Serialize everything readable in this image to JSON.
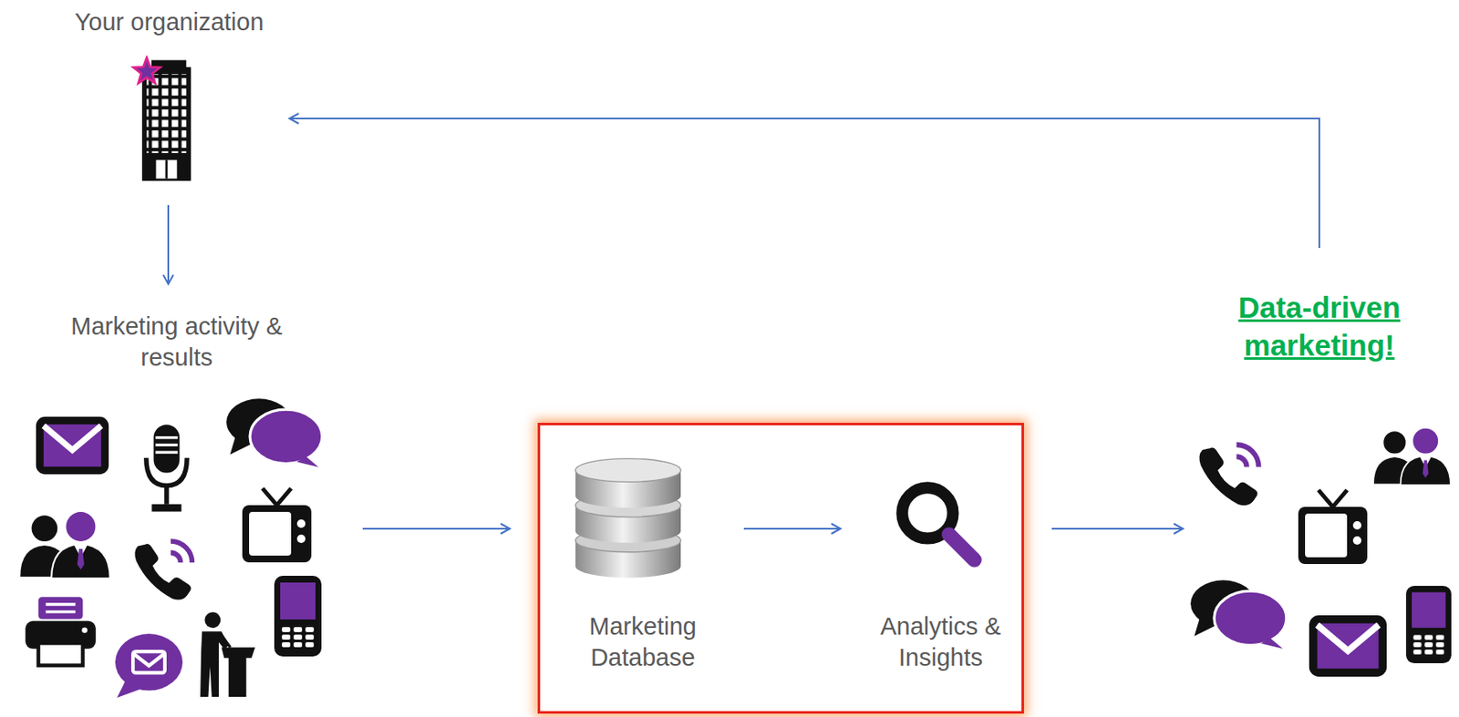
{
  "diagram": {
    "nodes": [
      {
        "text": [
          "Your organization"
        ]
      },
      {
        "text": [
          "Marketing activity & results"
        ]
      },
      {
        "text": []
      },
      {
        "text": [
          "Marketing Database"
        ],
        "in": 2
      },
      {
        "text": [
          "Analytics & Insights"
        ],
        "in": 2
      },
      {
        "text": [
          "Data-driven marketing!"
        ]
      }
    ],
    "edges": [
      {
        "from": 0,
        "to": 1,
        "arrow": "to"
      },
      {
        "from": 1,
        "to": 2,
        "arrow": "to"
      },
      {
        "from": 3,
        "to": 4,
        "arrow": "to"
      },
      {
        "from": 2,
        "to": 5,
        "arrow": "to"
      },
      {
        "from": 5,
        "to": 0,
        "arrow": "to"
      }
    ]
  }
}
